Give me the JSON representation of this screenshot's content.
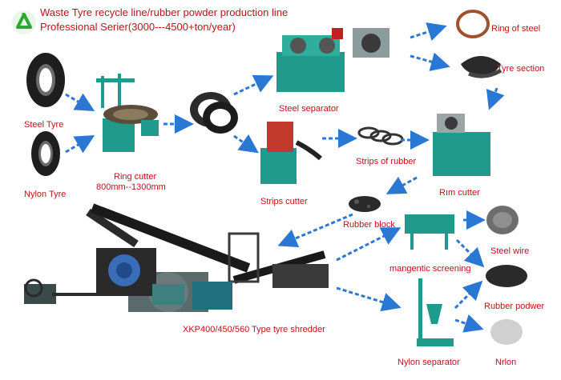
{
  "header": {
    "line1": "Waste Tyre recycle line/rubber powder production line",
    "line2": "Professional Serier(3000---4500+ton/year)"
  },
  "labels": {
    "steel_tyre": "Steel Tyre",
    "nylon_tyre": "Nylon Tyre",
    "ring_cutter": "Ring cutter",
    "ring_cutter_range": "800mm--1300mm",
    "steel_separator": "Steel separator",
    "ring_of_steel": "Ring of steel",
    "tyre_section": "Tyre section",
    "strips_cutter": "Strips cutter",
    "strips_of_rubber": "Strips of rubber",
    "rim_cutter": "Rım cutter",
    "rubber_block": "Rubber block",
    "magnetic_screening": "mangentic screening",
    "steel_wire": "Steel wire",
    "rubber_powder": "Rubber podwer",
    "nylon_separator": "Nylon separator",
    "nylon": "Nrlon",
    "shredder": "XKP400/450/560 Type tyre shredder"
  },
  "colors": {
    "label": "#c0111a",
    "arrow": "#2b78d4",
    "machine": "#1f9a8c",
    "recycle": "#2aa832"
  },
  "icons": [
    "recycle-icon"
  ]
}
